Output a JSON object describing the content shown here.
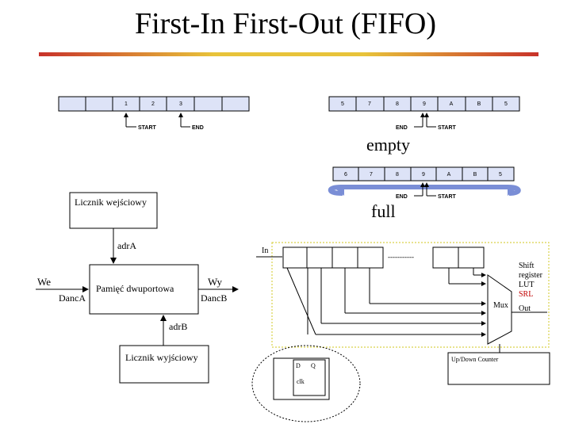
{
  "title": "First-In First-Out (FIFO)",
  "accent_colors": {
    "rule_gold": "#e8c33a",
    "rule_red": "#c8322a",
    "buffer_fill": "#dde3f7",
    "arrow_blue": "#7a8ed6",
    "srl_red": "#c00000"
  },
  "buffer_top_left": {
    "cells": [
      "",
      "",
      "1",
      "2",
      "3",
      "",
      ""
    ],
    "start_label": "START",
    "end_label": "END"
  },
  "buffer_top_right": {
    "cells": [
      "5",
      "7",
      "8",
      "9",
      "A",
      "B",
      "5"
    ],
    "end_label": "END",
    "start_label": "START",
    "caption": "empty"
  },
  "buffer_bottom_right": {
    "cells": [
      "6",
      "7",
      "8",
      "9",
      "A",
      "B",
      "5"
    ],
    "end_label": "END",
    "start_label": "START",
    "caption": "full"
  },
  "block_diagram": {
    "input_counter": "Licznik wejściowy",
    "output_counter": "Licznik wyjściowy",
    "memory": "Pamięć dwuportowa",
    "adrA": "adrA",
    "adrB": "adrB",
    "we": "We",
    "dancA": "DancA",
    "wy": "Wy",
    "dancB": "DancB"
  },
  "shift_register": {
    "in_label": "In",
    "dashes": "-----------",
    "mux_label": "Mux",
    "out_label": "Out",
    "shift_lines": [
      "Shift",
      "register",
      "LUT"
    ],
    "srl_label": "SRL",
    "counter_label": "Up/Down Counter",
    "ff_d": "D",
    "ff_q": "Q",
    "ff_clk": "clk"
  }
}
